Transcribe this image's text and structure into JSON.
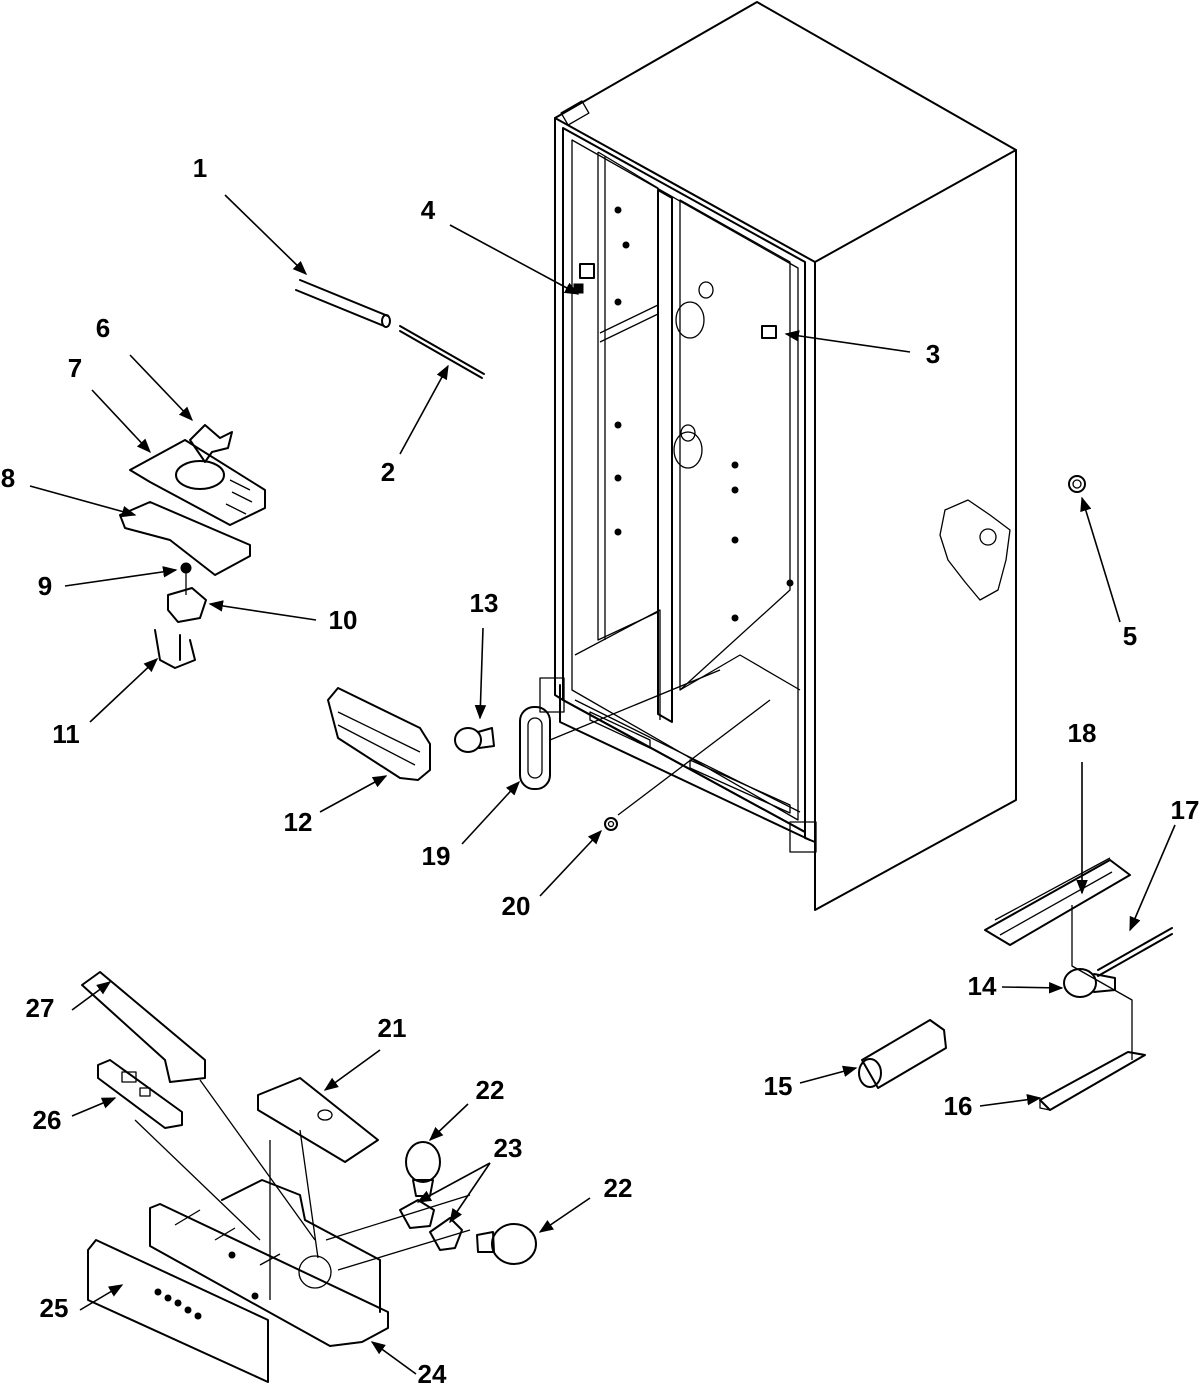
{
  "callouts": [
    {
      "id": "1",
      "label": "1"
    },
    {
      "id": "2",
      "label": "2"
    },
    {
      "id": "3",
      "label": "3"
    },
    {
      "id": "4",
      "label": "4"
    },
    {
      "id": "5",
      "label": "5"
    },
    {
      "id": "6",
      "label": "6"
    },
    {
      "id": "7",
      "label": "7"
    },
    {
      "id": "8",
      "label": "8"
    },
    {
      "id": "9",
      "label": "9"
    },
    {
      "id": "10",
      "label": "10"
    },
    {
      "id": "11",
      "label": "11"
    },
    {
      "id": "12",
      "label": "12"
    },
    {
      "id": "13",
      "label": "13"
    },
    {
      "id": "14",
      "label": "14"
    },
    {
      "id": "15",
      "label": "15"
    },
    {
      "id": "16",
      "label": "16"
    },
    {
      "id": "17",
      "label": "17"
    },
    {
      "id": "18",
      "label": "18"
    },
    {
      "id": "19",
      "label": "19"
    },
    {
      "id": "20",
      "label": "20"
    },
    {
      "id": "21",
      "label": "21"
    },
    {
      "id": "22a",
      "label": "22"
    },
    {
      "id": "22b",
      "label": "22"
    },
    {
      "id": "23",
      "label": "23"
    },
    {
      "id": "24",
      "label": "24"
    },
    {
      "id": "25",
      "label": "25"
    },
    {
      "id": "26",
      "label": "26"
    },
    {
      "id": "27",
      "label": "27"
    }
  ]
}
